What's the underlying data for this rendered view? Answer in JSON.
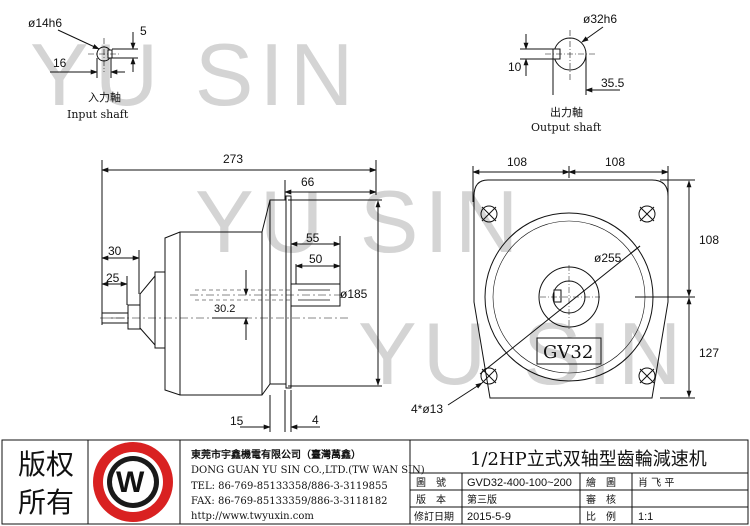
{
  "watermark": {
    "text": "YU SIN"
  },
  "input_shaft": {
    "diameter": "ø14h6",
    "key_width": "5",
    "key_depth": "16",
    "label_cn": "入力軸",
    "label_en": "Input shaft"
  },
  "output_shaft": {
    "diameter": "ø32h6",
    "key_width": "10",
    "key_depth": "35.5",
    "label_cn": "出力軸",
    "label_en": "Output shaft"
  },
  "side_view": {
    "overall_length": "273",
    "dim_66": "66",
    "dim_55": "55",
    "dim_50": "50",
    "dim_30": "30",
    "dim_25": "25",
    "dim_30_2": "30.2",
    "dim_185": "ø185",
    "dim_15": "15",
    "dim_4": "4"
  },
  "front_view": {
    "half_width_left": "108",
    "half_width_right": "108",
    "upper_height": "108",
    "lower_height": "127",
    "bore": "ø255",
    "holes": "4*ø13",
    "nameplate": "GV32"
  },
  "title_block": {
    "stamp_line1": "版权",
    "stamp_line2": "所有",
    "company_cn": "東莞市宇鑫機電有限公司（臺灣萬鑫）",
    "company_en": "DONG GUAN YU SIN CO.,LTD.(TW WAN SIN)",
    "tel": "TEL: 86-769-85133358/886-3-3119855",
    "fax": "FAX: 86-769-85133359/886-3-3118182",
    "web": "http://www.twyuxin.com",
    "product_title": "1/2HP立式双轴型齒輪減速机",
    "rows": [
      {
        "k1": "圖　號",
        "v1": "GVD32-400-100~200",
        "k2": "繪　圖",
        "v2": "肖 飞 平"
      },
      {
        "k1": "版　本",
        "v1": "第三版",
        "k2": "審　核",
        "v2": ""
      },
      {
        "k1": "修訂日期",
        "v1": "2015-5-9",
        "k2": "比　例",
        "v2": "1:1"
      }
    ]
  }
}
